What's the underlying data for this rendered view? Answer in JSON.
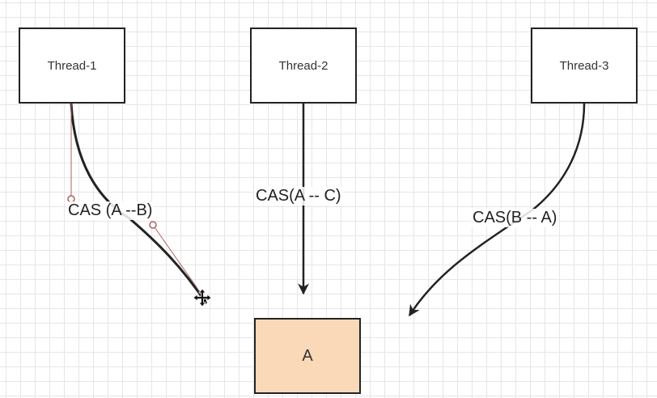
{
  "nodes": {
    "thread1": "Thread-1",
    "thread2": "Thread-2",
    "thread3": "Thread-3",
    "shared": "A"
  },
  "edges": {
    "e1": "CAS (A --B)",
    "e2": "CAS(A -- C)",
    "e3": "CAS(B -- A)"
  },
  "colors": {
    "shared_fill": "#fad9b8",
    "edge": "#222222",
    "selection": "#b06060"
  },
  "icons": {
    "cursor": "move-cursor-icon"
  }
}
